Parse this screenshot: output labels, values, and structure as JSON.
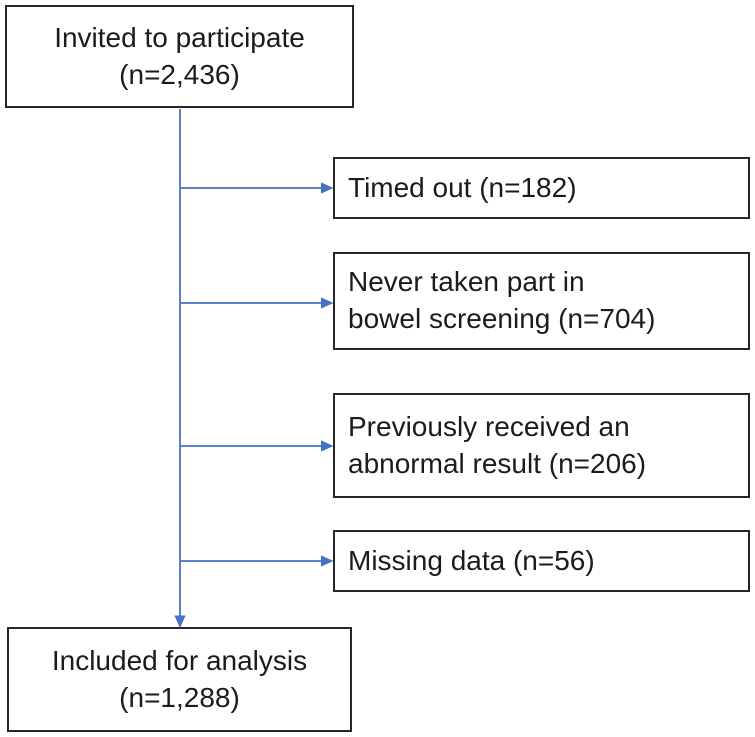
{
  "diagram": {
    "type": "flowchart",
    "nodes": {
      "invited": {
        "lines": [
          "Invited to participate",
          "(n=2,436)"
        ],
        "n": "2,436"
      },
      "timed_out": {
        "lines": [
          "Timed out (n=182)"
        ],
        "n": "182"
      },
      "never_taken_part": {
        "lines": [
          "Never taken part in",
          "bowel screening (n=704)"
        ],
        "n": "704"
      },
      "abnormal_result": {
        "lines": [
          "Previously received an",
          "abnormal result (n=206)"
        ],
        "n": "206"
      },
      "missing_data": {
        "lines": [
          "Missing data (n=56)"
        ],
        "n": "56"
      },
      "included": {
        "lines": [
          "Included for analysis",
          "(n=1,288)"
        ],
        "n": "1,288"
      }
    },
    "colors": {
      "arrow": "#4472C4",
      "border": "#262626",
      "text": "#1b1b1b",
      "background": "#ffffff"
    }
  }
}
